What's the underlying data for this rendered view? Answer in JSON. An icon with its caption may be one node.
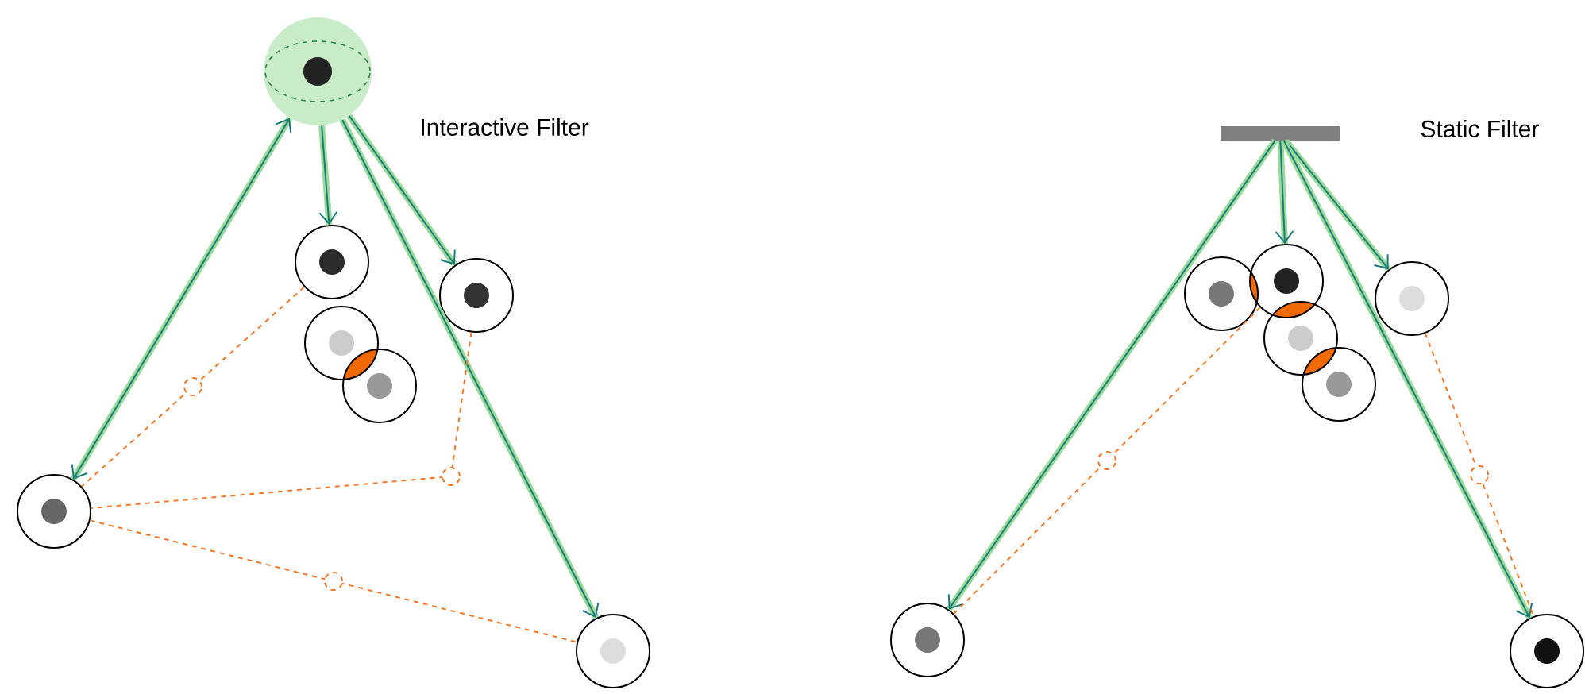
{
  "diagram": {
    "nodes": [
      {
        "text": [],
        "shape": "circle",
        "beside": [
          "Interactive Filter"
        ]
      },
      {
        "text": [],
        "shape": "circle"
      },
      {
        "text": [],
        "shape": "circle"
      },
      {
        "text": [],
        "shape": "circle"
      },
      {
        "text": [],
        "shape": "circle"
      },
      {
        "text": [],
        "shape": "circle"
      },
      {
        "text": [],
        "shape": "circle"
      },
      {
        "text": [],
        "shape": "bar",
        "beside": [
          "Static Filter"
        ]
      },
      {
        "text": [],
        "shape": "circle"
      },
      {
        "text": [],
        "shape": "circle"
      },
      {
        "text": [],
        "shape": "circle"
      },
      {
        "text": [],
        "shape": "circle"
      },
      {
        "text": [],
        "shape": "circle"
      },
      {
        "text": [],
        "shape": "circle"
      },
      {
        "text": [],
        "shape": "circle"
      }
    ],
    "edges": [
      {
        "from": 0,
        "to": 1,
        "arrow": "to"
      },
      {
        "from": 0,
        "to": 2,
        "arrow": "to"
      },
      {
        "from": 0,
        "to": 5,
        "arrow": "both"
      },
      {
        "from": 0,
        "to": 6,
        "arrow": "to"
      },
      {
        "from": 1,
        "to": 5,
        "arrow": "none",
        "style": "dashed",
        "color": "#f07828"
      },
      {
        "from": 2,
        "to": 5,
        "arrow": "none",
        "style": "dashed",
        "color": "#f07828"
      },
      {
        "from": 5,
        "to": 6,
        "arrow": "none",
        "style": "dashed",
        "color": "#f07828"
      },
      {
        "from": 7,
        "to": 9,
        "arrow": "to"
      },
      {
        "from": 7,
        "to": 12,
        "arrow": "to"
      },
      {
        "from": 7,
        "to": 13,
        "arrow": "to"
      },
      {
        "from": 7,
        "to": 14,
        "arrow": "to"
      },
      {
        "from": 9,
        "to": 13,
        "arrow": "none",
        "style": "dashed",
        "color": "#f07828"
      },
      {
        "from": 12,
        "to": 14,
        "arrow": "none",
        "style": "dashed",
        "color": "#f07828"
      }
    ]
  }
}
